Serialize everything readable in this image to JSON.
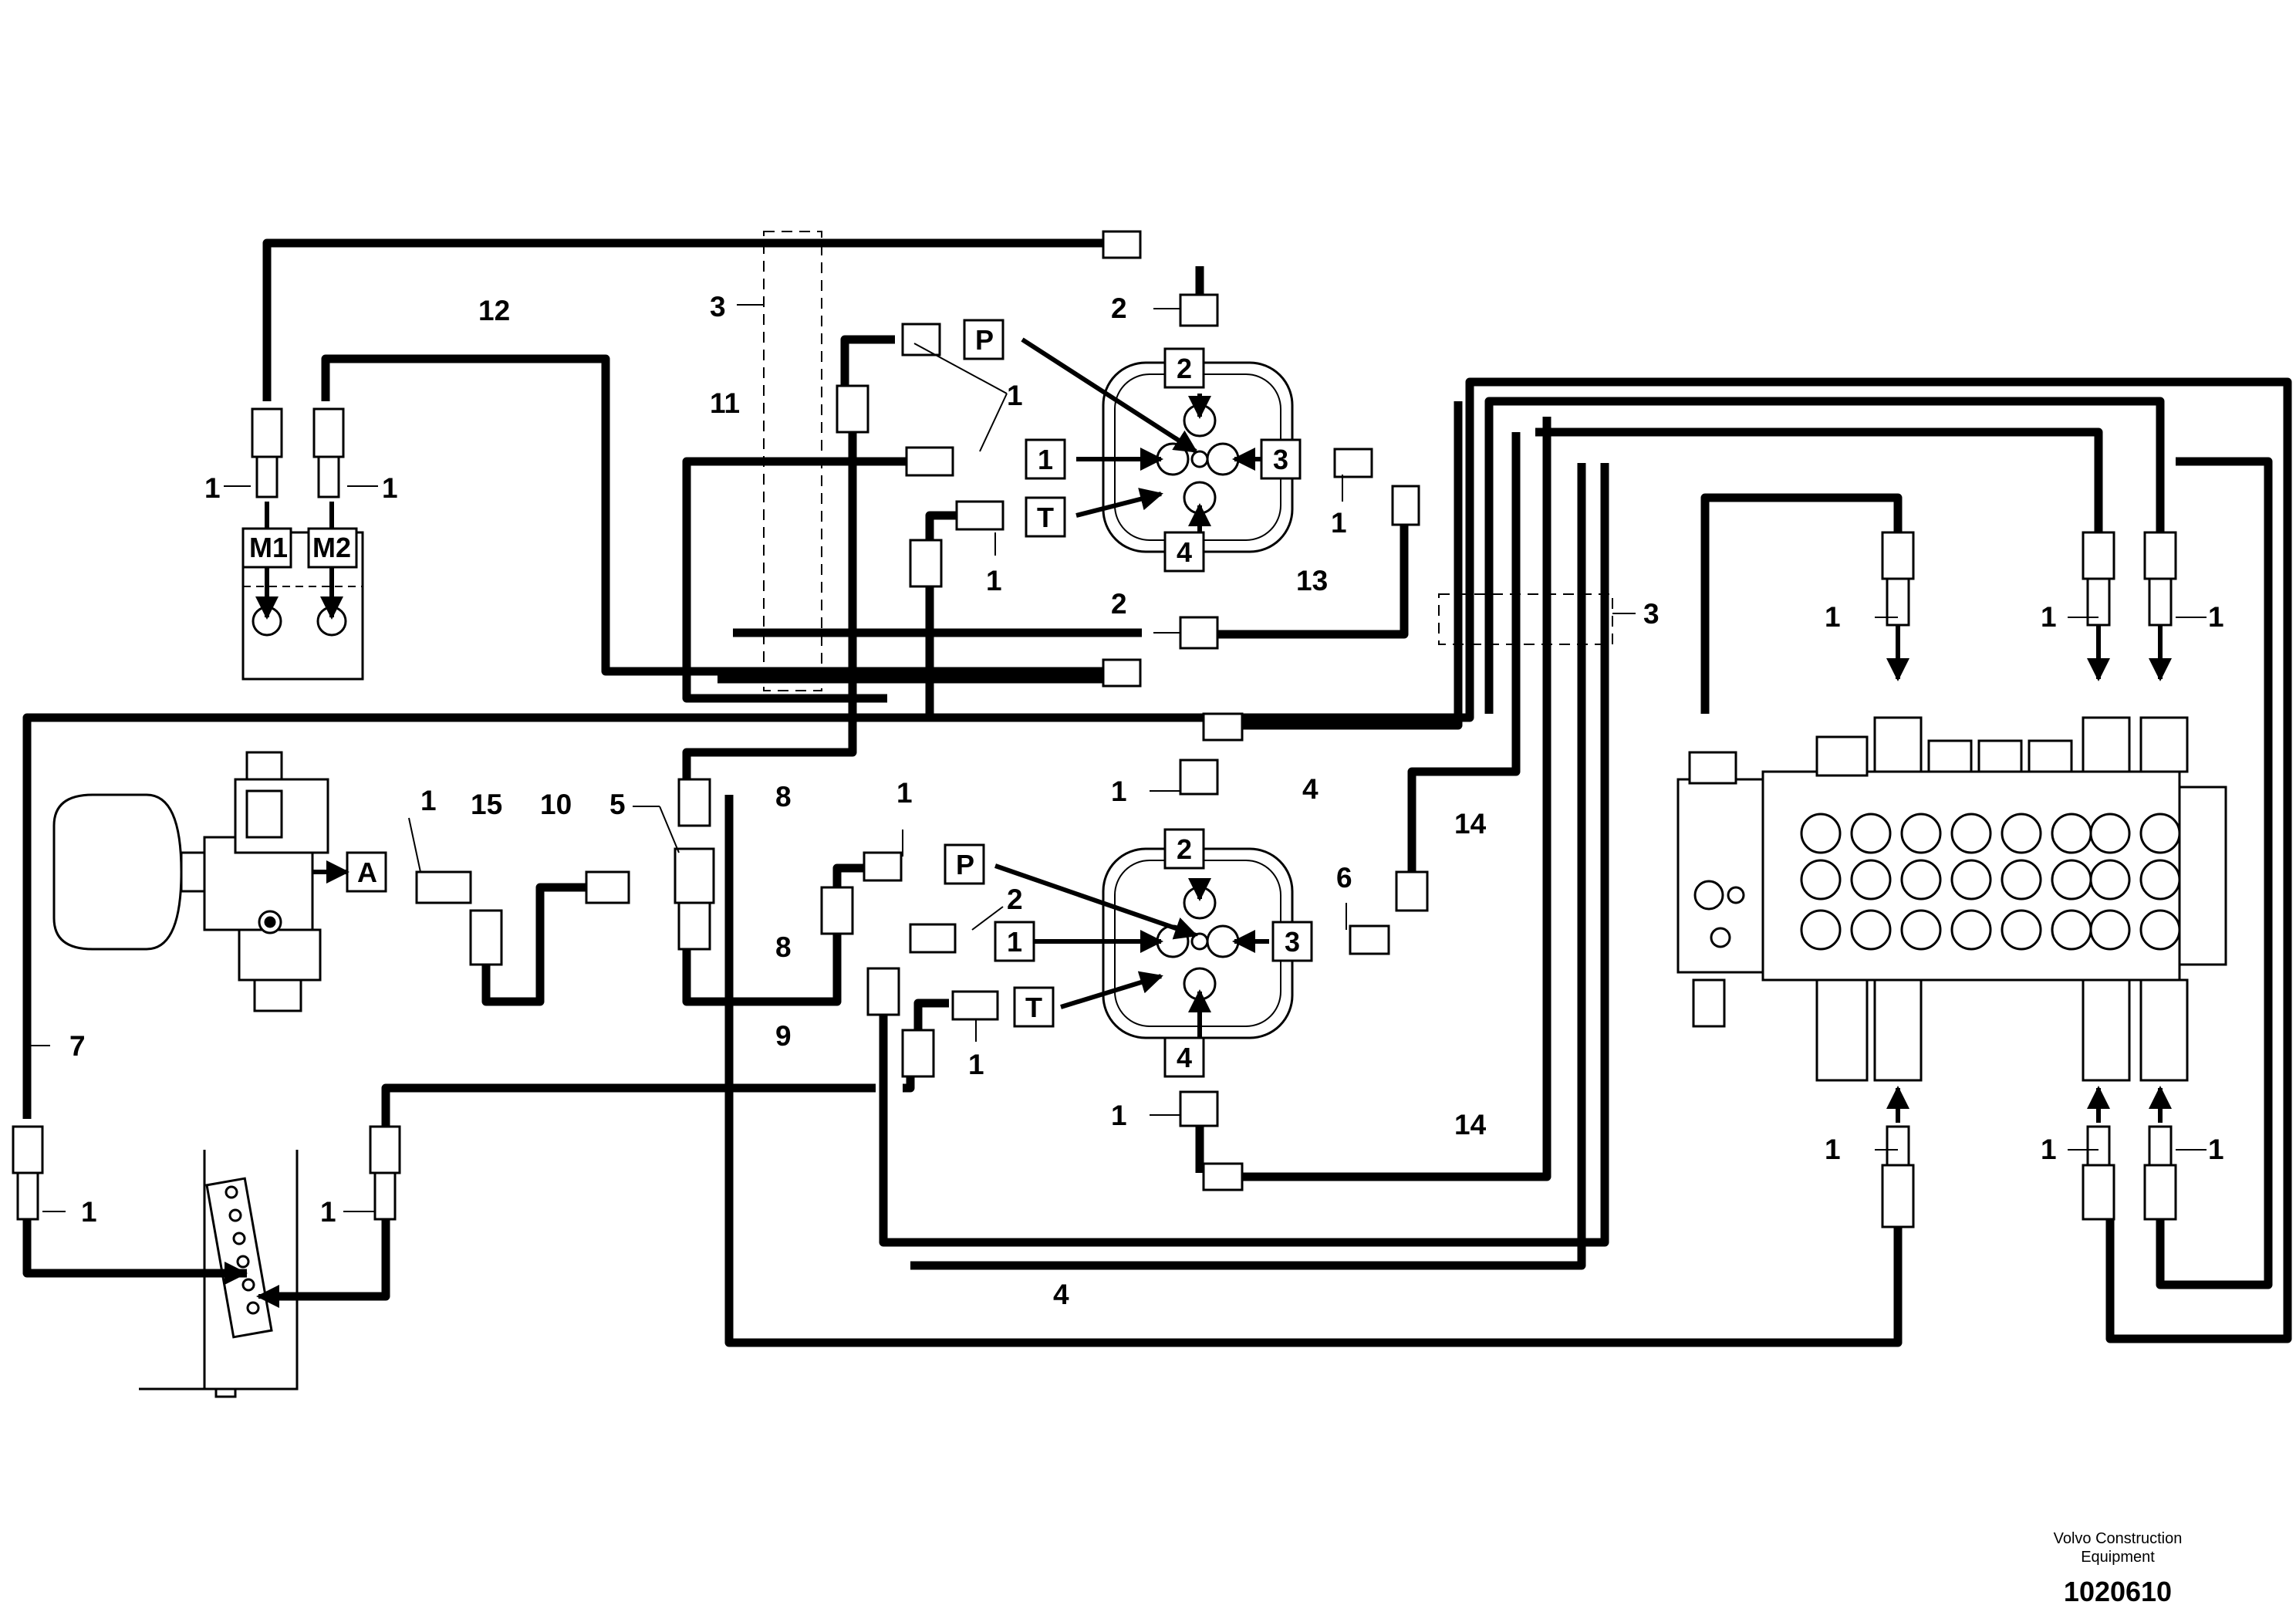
{
  "drawing": {
    "part_labels": {
      "p1": "1",
      "p2": "2",
      "p3": "3",
      "p4": "4",
      "p5": "5",
      "p6": "6",
      "p7": "7",
      "p8": "8",
      "p9": "9",
      "p10": "10",
      "p11": "11",
      "p12": "12",
      "p13": "13",
      "p14": "14",
      "p15": "15"
    },
    "port_labels": {
      "p": "P",
      "t": "T",
      "a": "A",
      "m1": "M1",
      "m2": "M2",
      "n1": "1",
      "n2": "2",
      "n3": "3",
      "n4": "4"
    },
    "footer": {
      "company_line1": "Volvo Construction",
      "company_line2": "Equipment",
      "drawing_number": "1020610"
    }
  }
}
